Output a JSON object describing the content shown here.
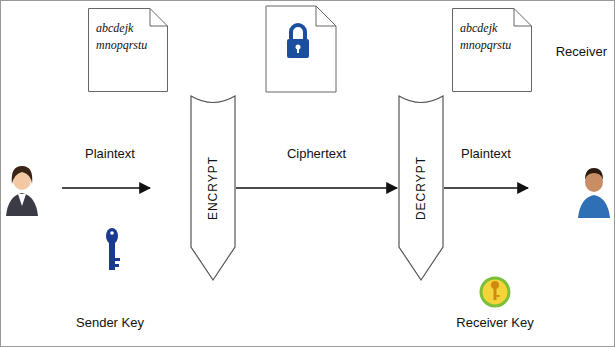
{
  "diagram": {
    "nodes": [
      {
        "text": [
          "abcdejk mnopqrstu"
        ]
      },
      {
        "text": [
          "ENCRYPT"
        ]
      },
      {
        "text": [
          "DECRYPT"
        ]
      },
      {
        "text": [
          "abcdejk mnopqrstu"
        ]
      },
      {
        "text": [
          "Receiver"
        ]
      }
    ],
    "edges": [
      {
        "from": 1,
        "to": 2,
        "label": "Ciphertext",
        "arrow": "to"
      },
      {
        "from": 2,
        "to": 4,
        "label": "Plaintext",
        "arrow": "to"
      }
    ],
    "labels": [
      "Plaintext",
      "Sender Key",
      "Receiver Key"
    ]
  }
}
